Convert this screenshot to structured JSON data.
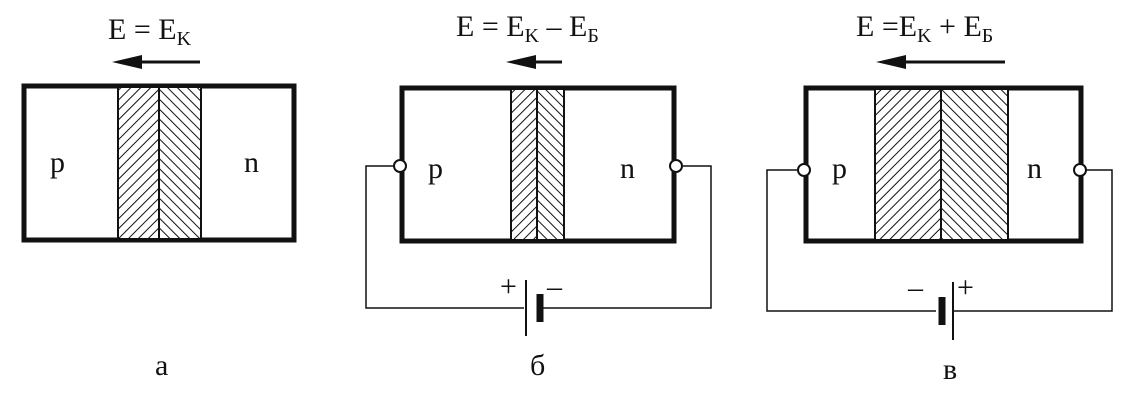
{
  "colors": {
    "ink": "#111111",
    "background": "#ffffff"
  },
  "panels": [
    {
      "caption": "а",
      "field": {
        "base": "E = E",
        "base_sub": "K",
        "rest": "",
        "rest_sub": ""
      },
      "p_label": "p",
      "n_label": "n"
    },
    {
      "caption": "б",
      "field": {
        "base": "E = E",
        "base_sub": "K",
        "rest": " – E",
        "rest_sub": "Б"
      },
      "p_label": "p",
      "n_label": "n",
      "battery": {
        "left_sign": "+",
        "right_sign": "–"
      }
    },
    {
      "caption": "в",
      "field": {
        "base": "E =E",
        "base_sub": "K",
        "rest": " + E",
        "rest_sub": "Б"
      },
      "p_label": "p",
      "n_label": "n",
      "battery": {
        "left_sign": "–",
        "right_sign": "+"
      }
    }
  ]
}
